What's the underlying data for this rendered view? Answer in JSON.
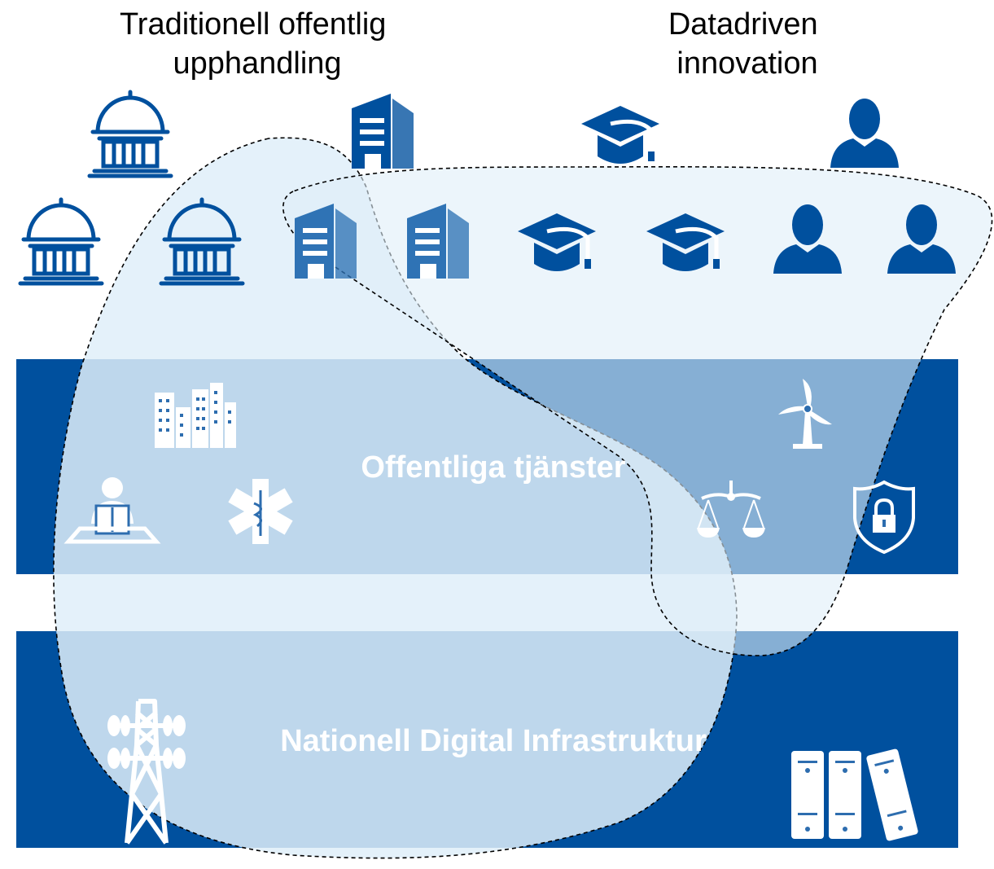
{
  "headings": {
    "traditional": [
      "Traditionell offentlig",
      "upphandling"
    ],
    "datadriven": [
      "Datadriven",
      "innovation"
    ]
  },
  "bands": {
    "services": "Offentliga tjänster",
    "infrastructure": "Nationell Digital Infrastruktur"
  },
  "colors": {
    "band": "#00509e",
    "icon_dark": "#00509e",
    "icon_light": "#2f73b5",
    "blob_fill": "#dfeef9",
    "band_icon": "#ffffff",
    "text": "#000000"
  },
  "icons": {
    "top_row": [
      "government-building-icon",
      "office-building-icon",
      "graduation-cap-icon",
      "person-icon"
    ],
    "second_row": [
      "government-building-icon",
      "government-building-icon",
      "office-building-icon",
      "office-building-icon",
      "graduation-cap-icon",
      "graduation-cap-icon",
      "person-icon",
      "person-icon"
    ],
    "services": [
      "city-skyline-icon",
      "reading-person-icon",
      "medical-star-icon",
      "wind-turbine-icon",
      "scales-icon",
      "shield-lock-icon"
    ],
    "infrastructure": [
      "transmission-tower-icon",
      "server-rack-icon"
    ]
  }
}
